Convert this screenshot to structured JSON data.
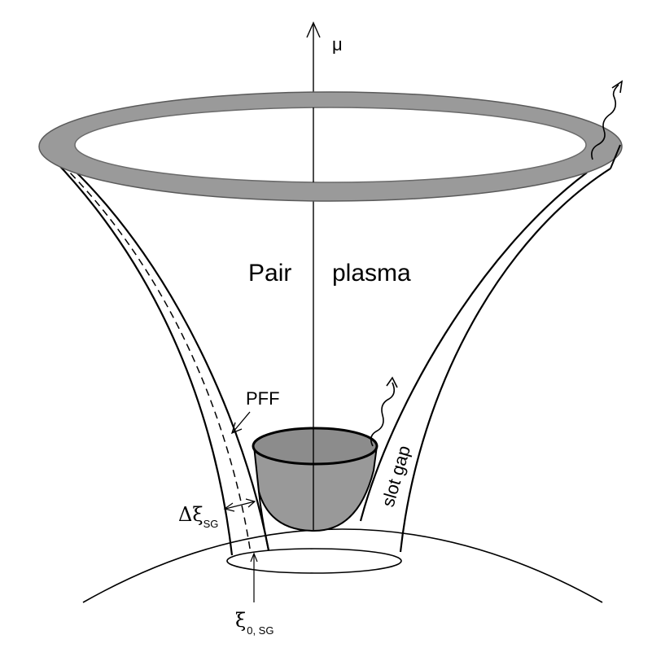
{
  "labels": {
    "axis": "μ",
    "pair": "Pair",
    "plasma": "plasma",
    "pff": "PFF",
    "slot_gap": "slot gap",
    "delta_xi_main": "Δξ",
    "delta_xi_sub": "SG",
    "xi0_main": "ξ",
    "xi0_sub": "0, SG"
  },
  "colors": {
    "stroke": "#000000",
    "ring_fill": "#9a9a9a",
    "cup_fill": "#999999",
    "cup_rim_fill": "#8c8c8c",
    "background": "#ffffff"
  }
}
